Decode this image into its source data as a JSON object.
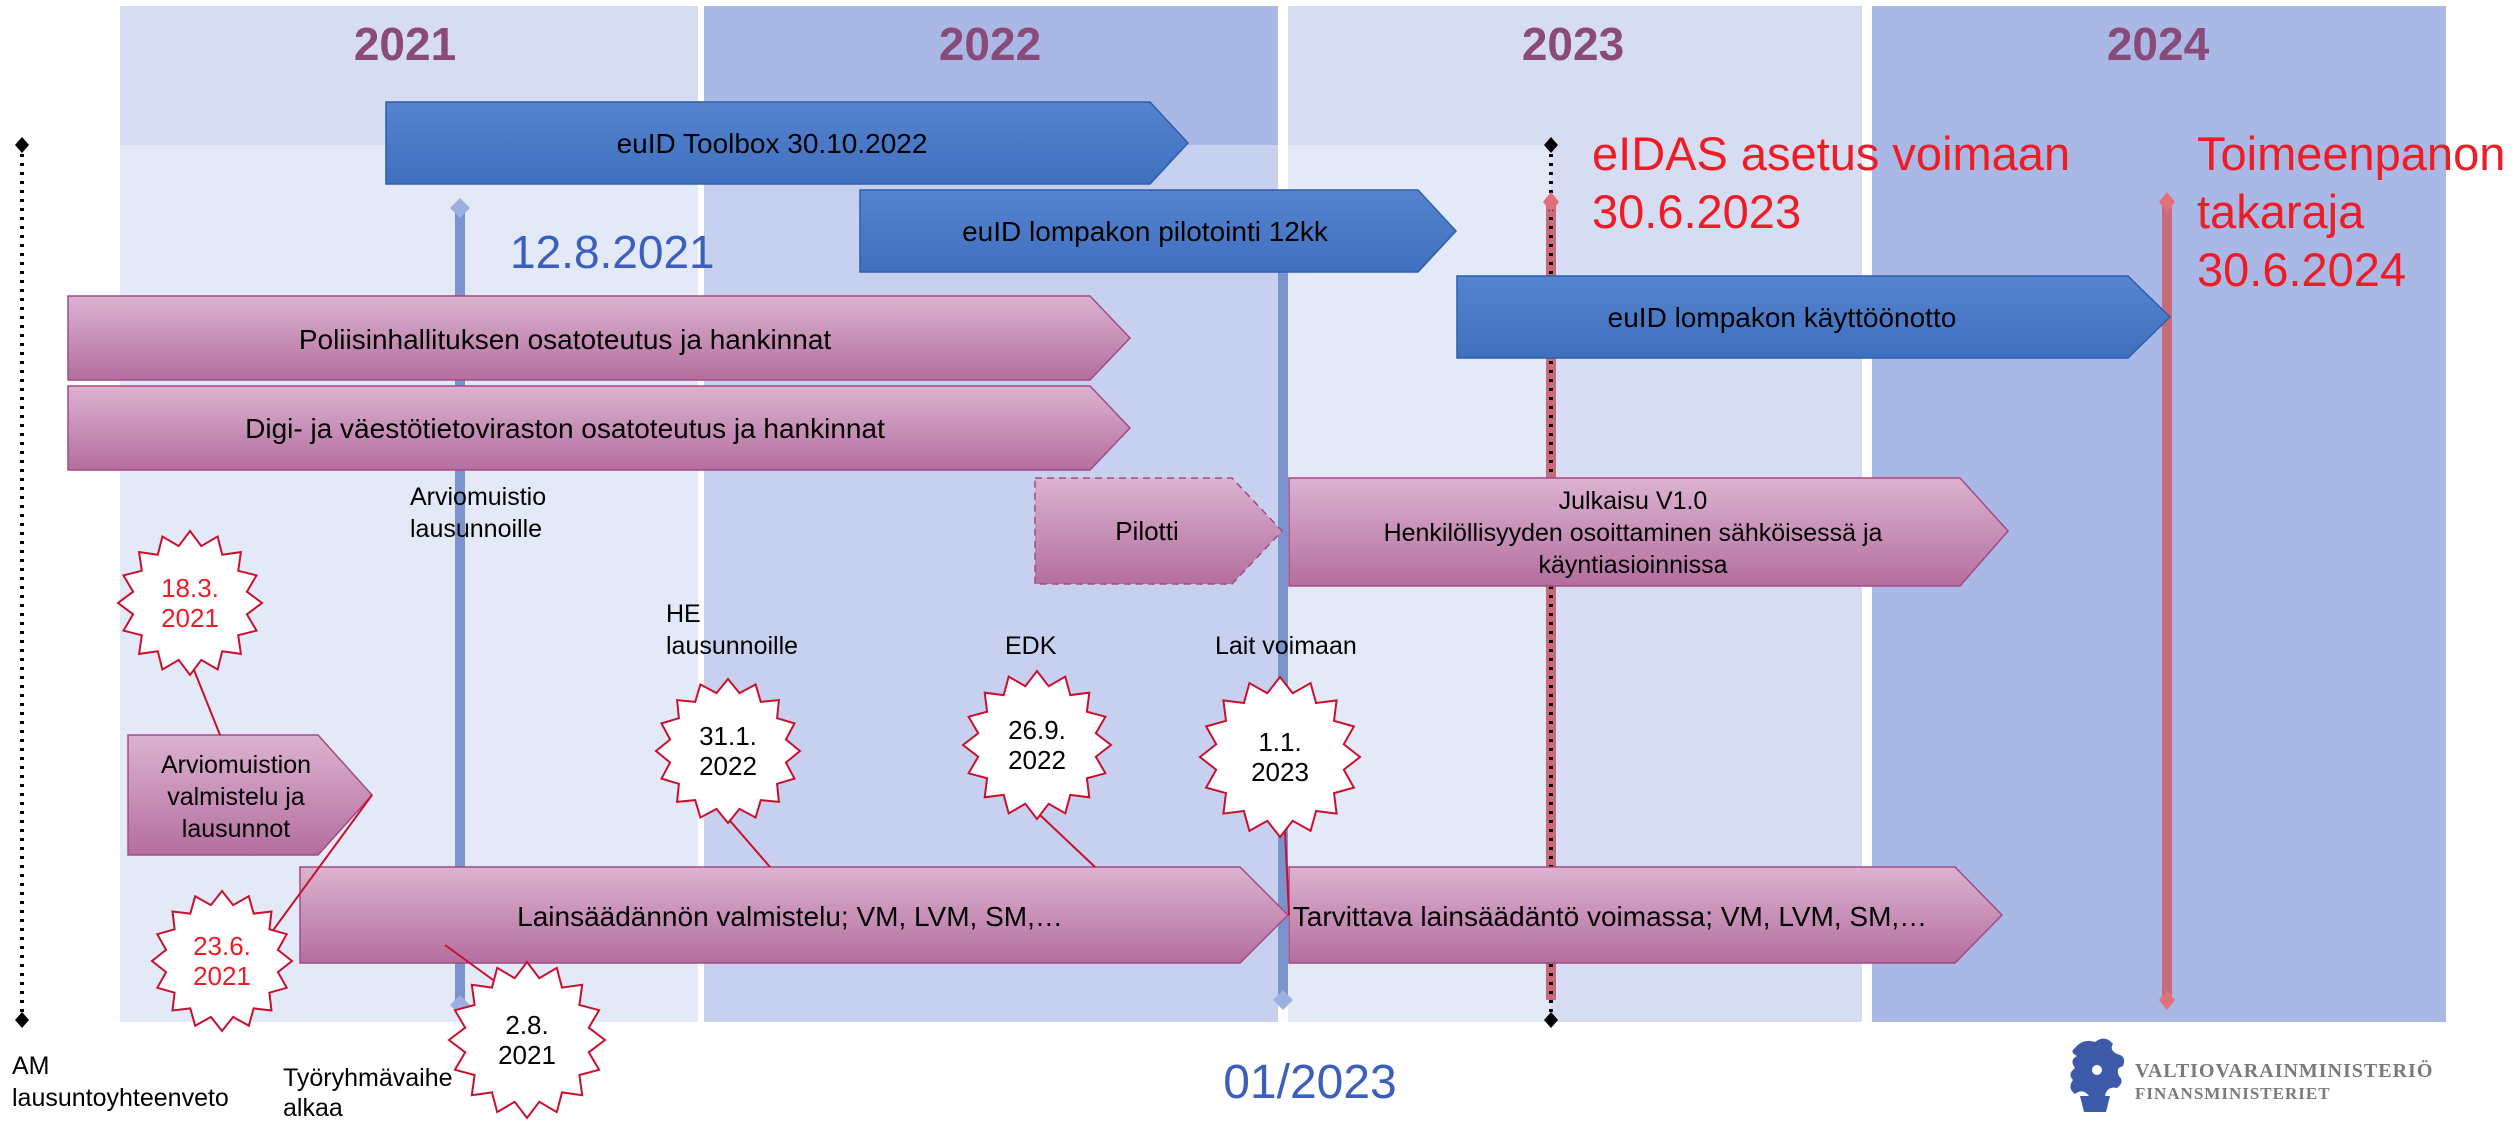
{
  "years": [
    "2021",
    "2022",
    "2023",
    "2024"
  ],
  "bars": {
    "toolbox": "euID Toolbox 30.10.2022",
    "pilot_12kk": "euID lompakon pilotointi 12kk",
    "kayttoonotto": "euID lompakon käyttöönotto",
    "poliisi": "Poliisinhallituksen  osatoteutus ja hankinnat",
    "dvv": "Digi- ja väestötietoviraston  osatoteutus ja hankinnat",
    "pilotti": "Pilotti",
    "julkaisu": [
      "Julkaisu V1.0",
      "Henkilöllisyyden osoittaminen sähköisessä ja",
      "käyntiasioinnissa"
    ],
    "arviomuistio_valmistelu": [
      "Arviomuistion",
      "valmistelu ja",
      "lausunnot"
    ],
    "lainsaadanto": "Lainsäädännön  valmistelu; VM, LVM, SM,…",
    "tarvittava": "Tarvittava  lainsäädäntö voimassa; VM, LVM, SM,…"
  },
  "markers": {
    "date_1282021": "12.8.2021",
    "eidas": [
      "eIDAS asetus voimaan",
      "30.6.2023"
    ],
    "toimeenpano": [
      "Toimeenpanon",
      "takaraja",
      "30.6.2024"
    ],
    "jan2023": "01/2023"
  },
  "labels": {
    "arviomuistio_lausunnoille": [
      "Arviomuistio",
      "lausunnoille"
    ],
    "he_lausunnoille": [
      "HE",
      "lausunnoille"
    ],
    "edk": "EDK",
    "lait_voimaan": "Lait voimaan",
    "am": [
      "AM",
      "lausuntoyhteenveto"
    ],
    "tyoryhmavaihe": [
      "Työryhmävaihe",
      "alkaa"
    ]
  },
  "stars": {
    "s1803": [
      "18.3.",
      "2021"
    ],
    "s2306": [
      "23.6.",
      "2021"
    ],
    "s0208": [
      "2.8.",
      "2021"
    ],
    "s3101": [
      "31.1.",
      "2022"
    ],
    "s2609": [
      "26.9.",
      "2022"
    ],
    "s0101": [
      "1.1.",
      "2023"
    ]
  },
  "logo": {
    "line1": "VALTIOVARAINMINISTERIÖ",
    "line2": "FINANSMINISTERIET"
  },
  "colors": {
    "year_band_light": "#d6ddf3",
    "year_band_dark": "#aab8e6",
    "blue_arrow": "#4a7bc8",
    "pink_arrow_top": "#dbb0cf",
    "pink_arrow_bottom": "#b873a3",
    "red_text": "#ee1c25",
    "blue_date": "#3a5fbf",
    "year_text": "#8a4a7a"
  }
}
